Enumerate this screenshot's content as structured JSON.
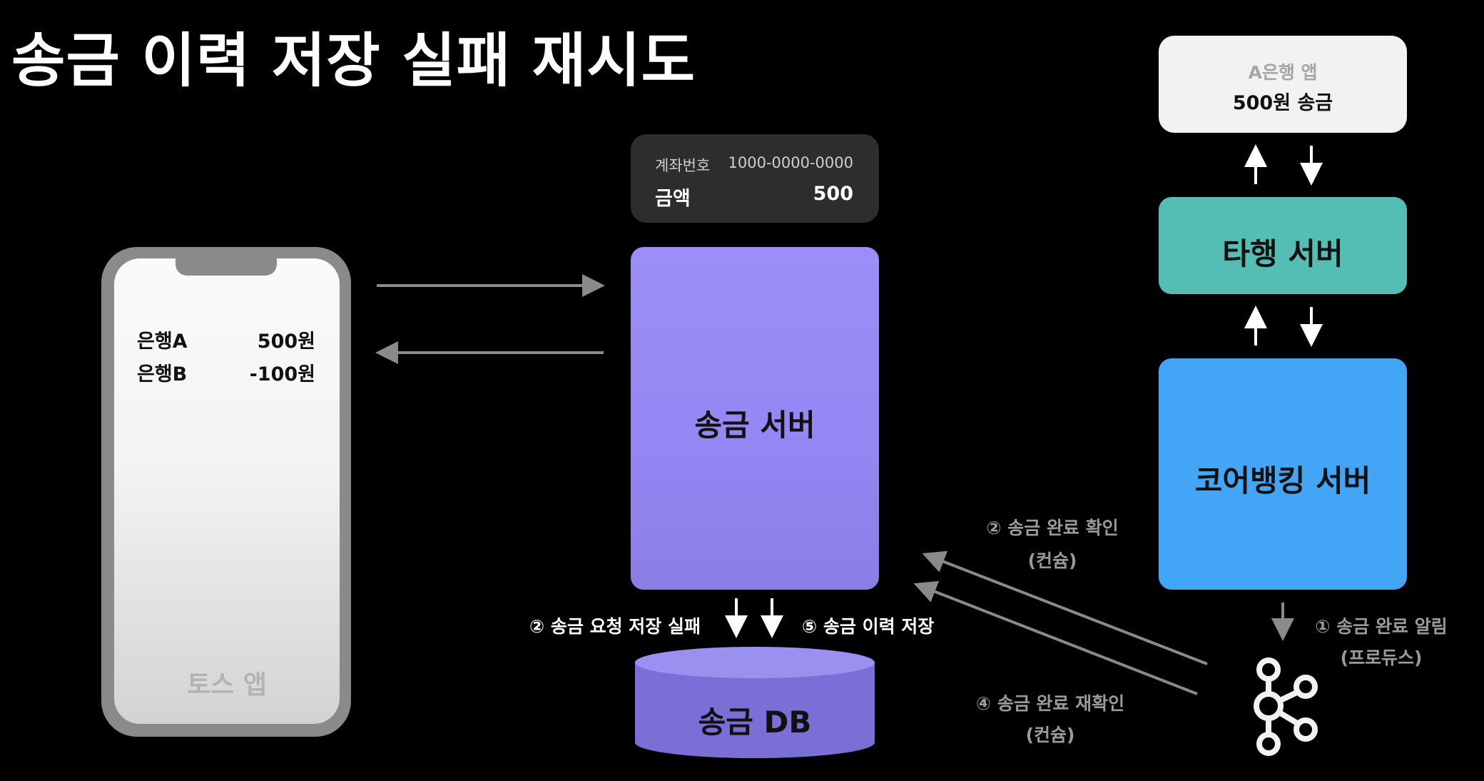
{
  "title": "송금 이력 저장 실패 재시도",
  "phone": {
    "rows": [
      {
        "label": "은행A",
        "value": "500원"
      },
      {
        "label": "은행B",
        "value": "-100원"
      }
    ],
    "app_label": "토스 앱"
  },
  "card": {
    "account_label": "계좌번호",
    "account_value": "1000-0000-0000",
    "amount_label": "금액",
    "amount_value": "500"
  },
  "send_server": {
    "label": "송금 서버"
  },
  "db": {
    "label": "송금 DB"
  },
  "bank_app": {
    "name": "A은행 앱",
    "action": "500원 송금"
  },
  "other_bank_server": {
    "label": "타행 서버"
  },
  "core_banking": {
    "label": "코어뱅킹 서버"
  },
  "steps": {
    "db_fail": "② 송금 요청 저장 실패",
    "db_save": "⑤ 송금 이력 저장",
    "confirm": "② 송금 완료 확인",
    "confirm_role": "(컨슘)",
    "reconfirm": "④ 송금 완료 재확인",
    "reconfirm_role": "(컨슘)",
    "notify": "① 송금 완료 알림",
    "notify_role": "(프로듀스)"
  },
  "colors": {
    "background": "#000000",
    "send_server": "#968af5",
    "other_bank_server": "#55beb4",
    "core_banking": "#42a5f5",
    "db": "#7a6fd6",
    "arrow": "#8a8a8a"
  },
  "icons": {
    "broker": "kafka-icon"
  }
}
